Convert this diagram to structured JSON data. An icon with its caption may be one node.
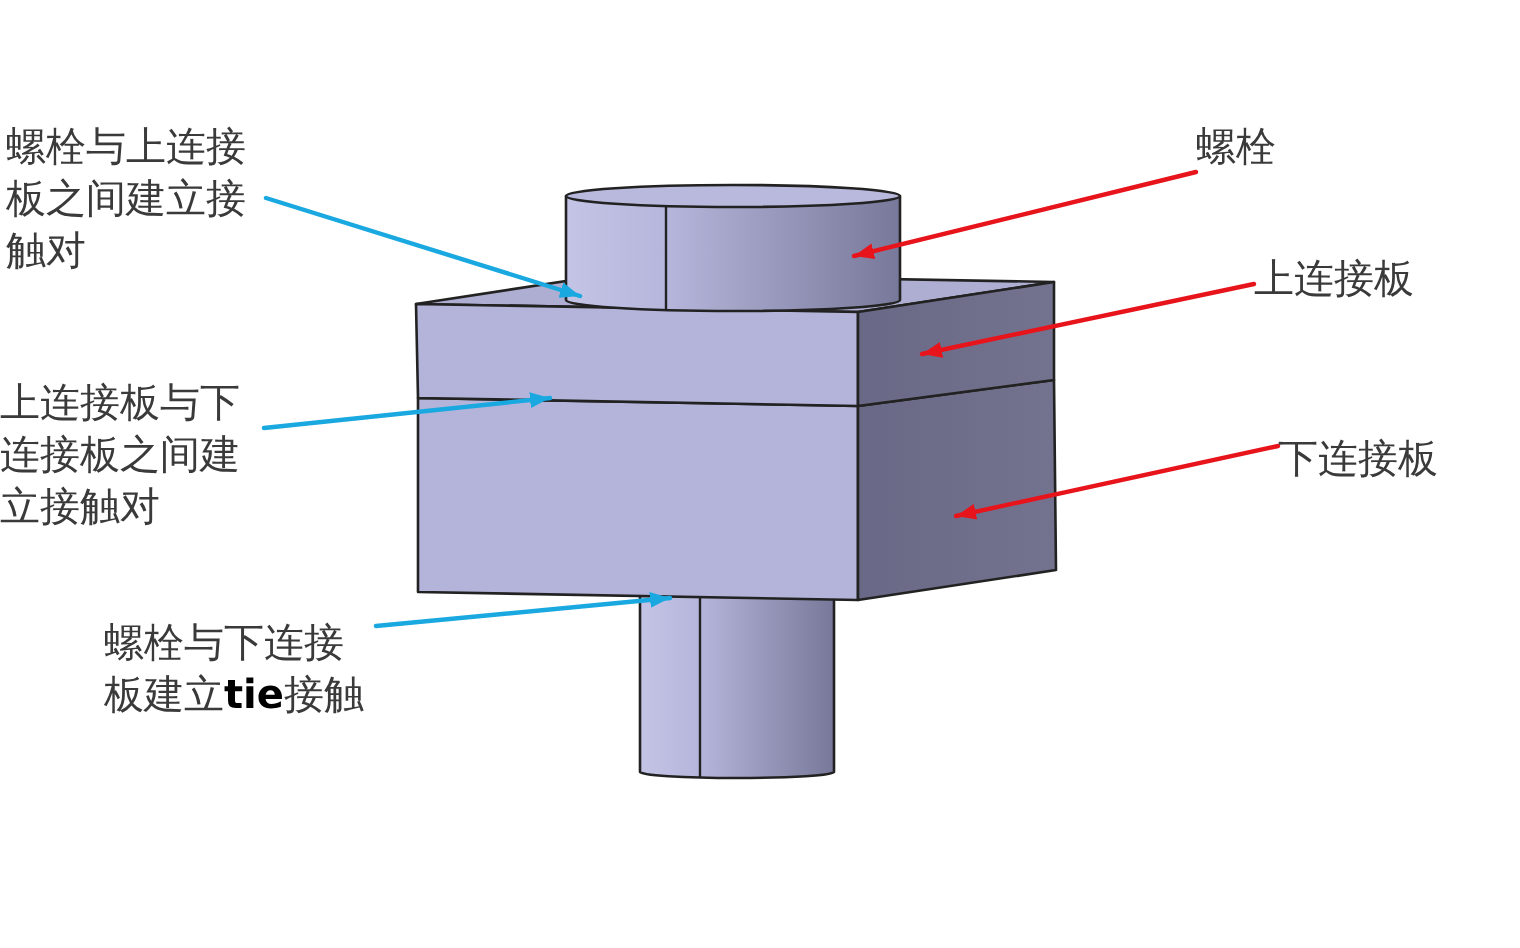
{
  "diagram": {
    "nodes": [
      {
        "text": [
          "螺栓与上连接板之间建立接触对"
        ]
      },
      {
        "text": [
          "螺栓"
        ]
      },
      {
        "text": [
          "上连接板"
        ]
      },
      {
        "text": [
          "上连接板与下连接板之间建立接触对"
        ]
      },
      {
        "text": [
          "下连接板"
        ]
      },
      {
        "text": [
          "螺栓与下连接板建立**tie**接触"
        ]
      },
      {
        "text": [],
        "shape": "cylinder"
      },
      {
        "text": [],
        "shape": "box"
      },
      {
        "text": [],
        "shape": "box"
      }
    ],
    "edges": [
      {
        "from": 0,
        "to": 6,
        "arrow": "to",
        "color": "#1aa8e0"
      },
      {
        "from": 1,
        "to": 6,
        "arrow": "to",
        "color": "#e8141c"
      },
      {
        "from": 2,
        "to": 7,
        "arrow": "to",
        "color": "#e8141c"
      },
      {
        "from": 3,
        "to": 7,
        "arrow": "to",
        "color": "#1aa8e0"
      },
      {
        "from": 4,
        "to": 8,
        "arrow": "to",
        "color": "#e8141c"
      },
      {
        "from": 5,
        "to": 8,
        "arrow": "to",
        "color": "#1aa8e0"
      }
    ]
  }
}
